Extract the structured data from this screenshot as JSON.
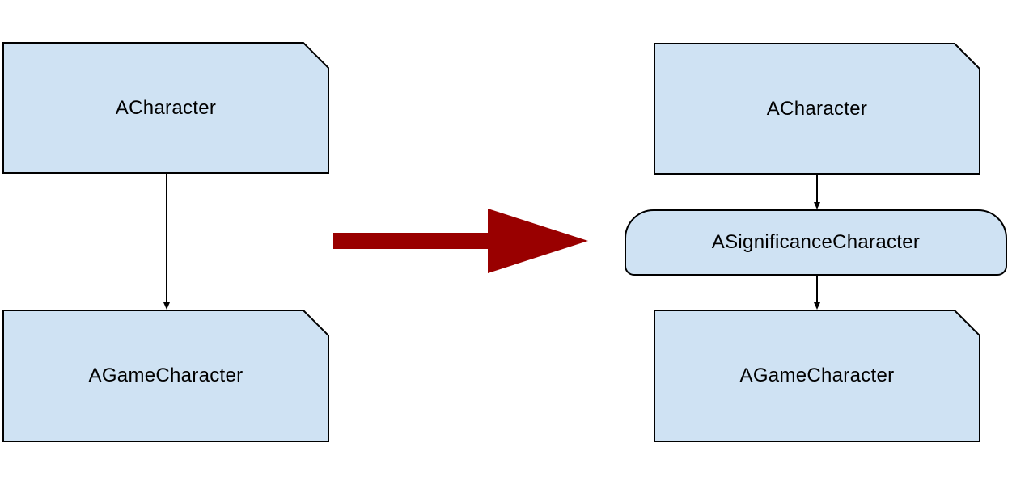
{
  "diagram": {
    "colors": {
      "background": "#ffffff",
      "node_fill": "#cfe2f3",
      "node_border": "#000000",
      "label_text": "#000000",
      "connector": "#000000",
      "transform_arrow": "#990000"
    },
    "before": {
      "nodes": [
        {
          "label": "ACharacter",
          "shape": "note"
        },
        {
          "label": "AGameCharacter",
          "shape": "note"
        }
      ],
      "edges": [
        {
          "from": "ACharacter",
          "to": "AGameCharacter"
        }
      ]
    },
    "after": {
      "nodes": [
        {
          "label": "ACharacter",
          "shape": "note"
        },
        {
          "label": "ASignificanceCharacter",
          "shape": "rounded"
        },
        {
          "label": "AGameCharacter",
          "shape": "note"
        }
      ],
      "edges": [
        {
          "from": "ACharacter",
          "to": "ASignificanceCharacter"
        },
        {
          "from": "ASignificanceCharacter",
          "to": "AGameCharacter"
        }
      ]
    },
    "transition": {
      "symbol": "big-right-arrow"
    }
  }
}
